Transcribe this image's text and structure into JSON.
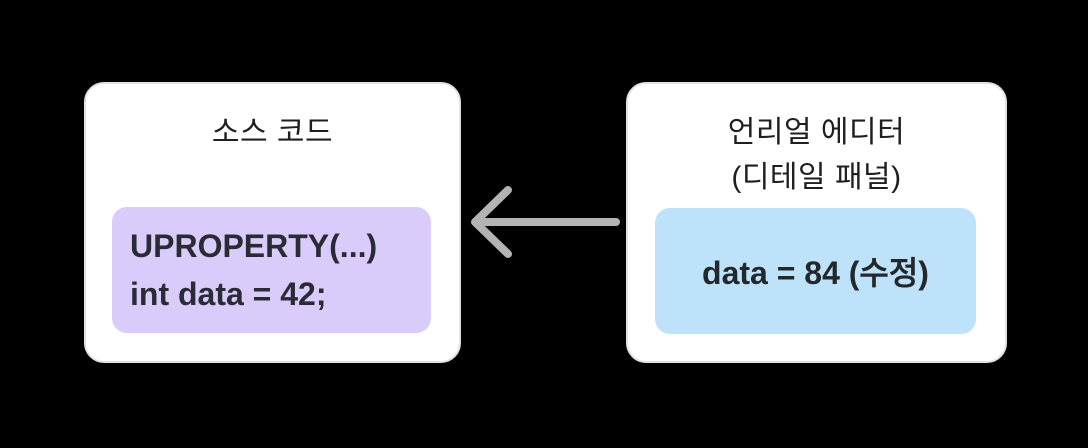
{
  "canvas": {
    "background_color": "#000000"
  },
  "diagram": {
    "source_card": {
      "title": "소스 코드",
      "background_color": "#ffffff",
      "border_color": "#e2e2e2",
      "code_block": {
        "background_color": "#d9cbfa",
        "lines": [
          "UPROPERTY(...)",
          "int data = 42;"
        ]
      }
    },
    "arrow": {
      "icon": "arrow-left-icon",
      "direction": "right-to-left",
      "color": "#b3b3b3"
    },
    "editor_card": {
      "title_line1": "언리얼 에디터",
      "title_line2": "(디테일 패널)",
      "background_color": "#ffffff",
      "border_color": "#e2e2e2",
      "value_block": {
        "background_color": "#bfe2fb",
        "text": "data = 84 (수정)"
      }
    }
  }
}
